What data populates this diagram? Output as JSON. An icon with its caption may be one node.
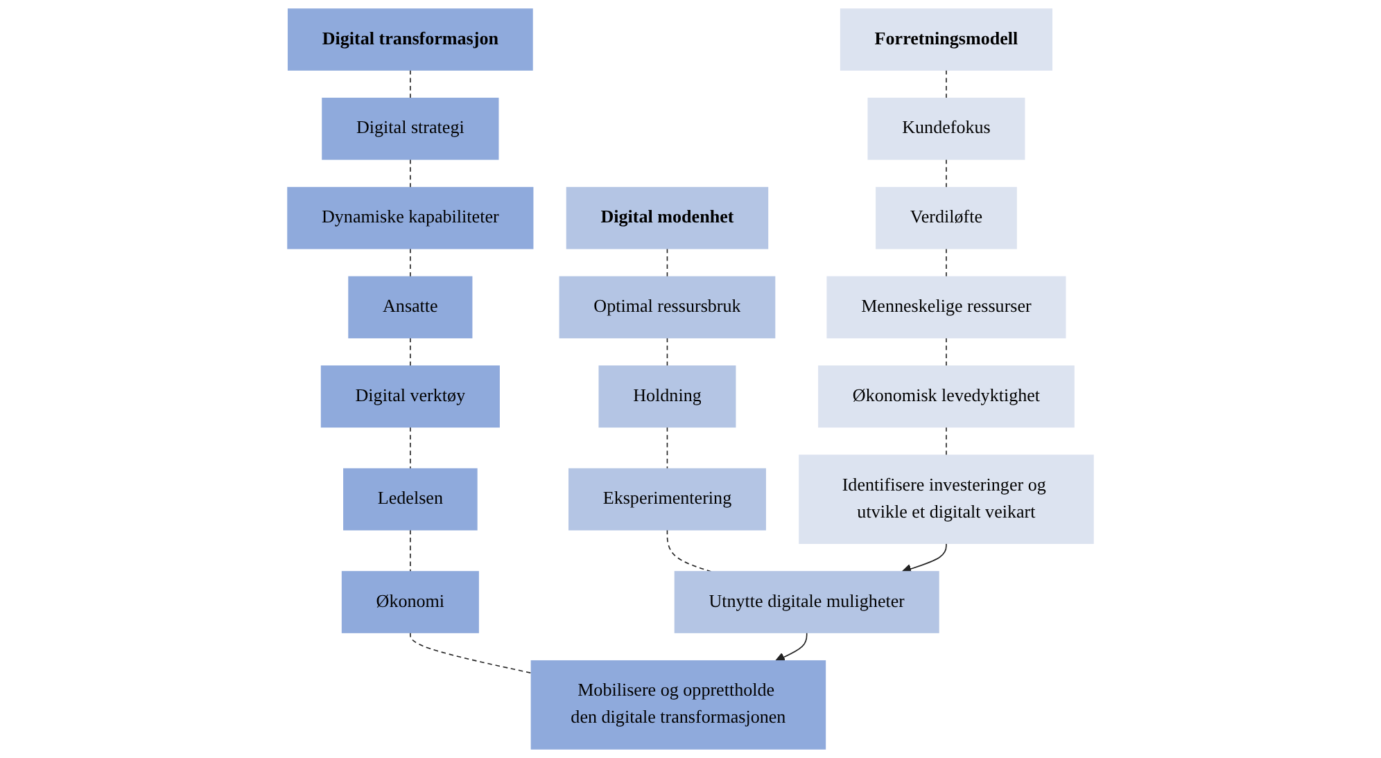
{
  "diagram": {
    "nodes": [
      {
        "text": [
          "Forretningsmodell"
        ]
      },
      {
        "text": [
          "Kundefokus"
        ]
      },
      {
        "text": [
          "Verdiløfte"
        ]
      },
      {
        "text": [
          "Menneskelige ressurser"
        ]
      },
      {
        "text": [
          "Økonomisk levedyktighet"
        ]
      },
      {
        "text": [
          "Identifisere investeringer og utvikle et digitalt veikart"
        ]
      },
      {
        "text": [
          "Digital modenhet"
        ]
      },
      {
        "text": [
          "Optimal ressursbruk"
        ]
      },
      {
        "text": [
          "Holdning"
        ]
      },
      {
        "text": [
          "Eksperimentering"
        ]
      },
      {
        "text": [
          "Utnytte digitale muligheter"
        ]
      },
      {
        "text": [
          "Digital transformasjon"
        ]
      },
      {
        "text": [
          "Digital strategi"
        ]
      },
      {
        "text": [
          "Dynamiske kapabiliteter"
        ]
      },
      {
        "text": [
          "Ansatte"
        ]
      },
      {
        "text": [
          "Digital verktøy"
        ]
      },
      {
        "text": [
          "Ledelsen"
        ]
      },
      {
        "text": [
          "Økonomi"
        ]
      },
      {
        "text": [
          "Mobilisere og opprettholde den digitale transformasjonen"
        ]
      }
    ],
    "edges": [
      {
        "from": 0,
        "to": 1,
        "arrow": "none",
        "style": "dashed"
      },
      {
        "from": 1,
        "to": 2,
        "arrow": "none",
        "style": "dashed"
      },
      {
        "from": 2,
        "to": 3,
        "arrow": "none",
        "style": "dashed"
      },
      {
        "from": 3,
        "to": 4,
        "arrow": "none",
        "style": "dashed"
      },
      {
        "from": 4,
        "to": 5,
        "arrow": "none",
        "style": "dashed"
      },
      {
        "from": 6,
        "to": 7,
        "arrow": "none",
        "style": "dashed"
      },
      {
        "from": 7,
        "to": 8,
        "arrow": "none",
        "style": "dashed"
      },
      {
        "from": 8,
        "to": 9,
        "arrow": "none",
        "style": "dashed"
      },
      {
        "from": 9,
        "to": 10,
        "arrow": "none",
        "style": "dashed"
      },
      {
        "from": 11,
        "to": 12,
        "arrow": "none",
        "style": "dashed"
      },
      {
        "from": 12,
        "to": 13,
        "arrow": "none",
        "style": "dashed"
      },
      {
        "from": 13,
        "to": 14,
        "arrow": "none",
        "style": "dashed"
      },
      {
        "from": 14,
        "to": 15,
        "arrow": "none",
        "style": "dashed"
      },
      {
        "from": 15,
        "to": 16,
        "arrow": "none",
        "style": "dashed"
      },
      {
        "from": 16,
        "to": 17,
        "arrow": "none",
        "style": "dashed"
      },
      {
        "from": 17,
        "to": 18,
        "arrow": "none",
        "style": "dashed"
      },
      {
        "from": 5,
        "to": 10,
        "arrow": "to"
      },
      {
        "from": 10,
        "to": 18,
        "arrow": "to"
      }
    ]
  }
}
